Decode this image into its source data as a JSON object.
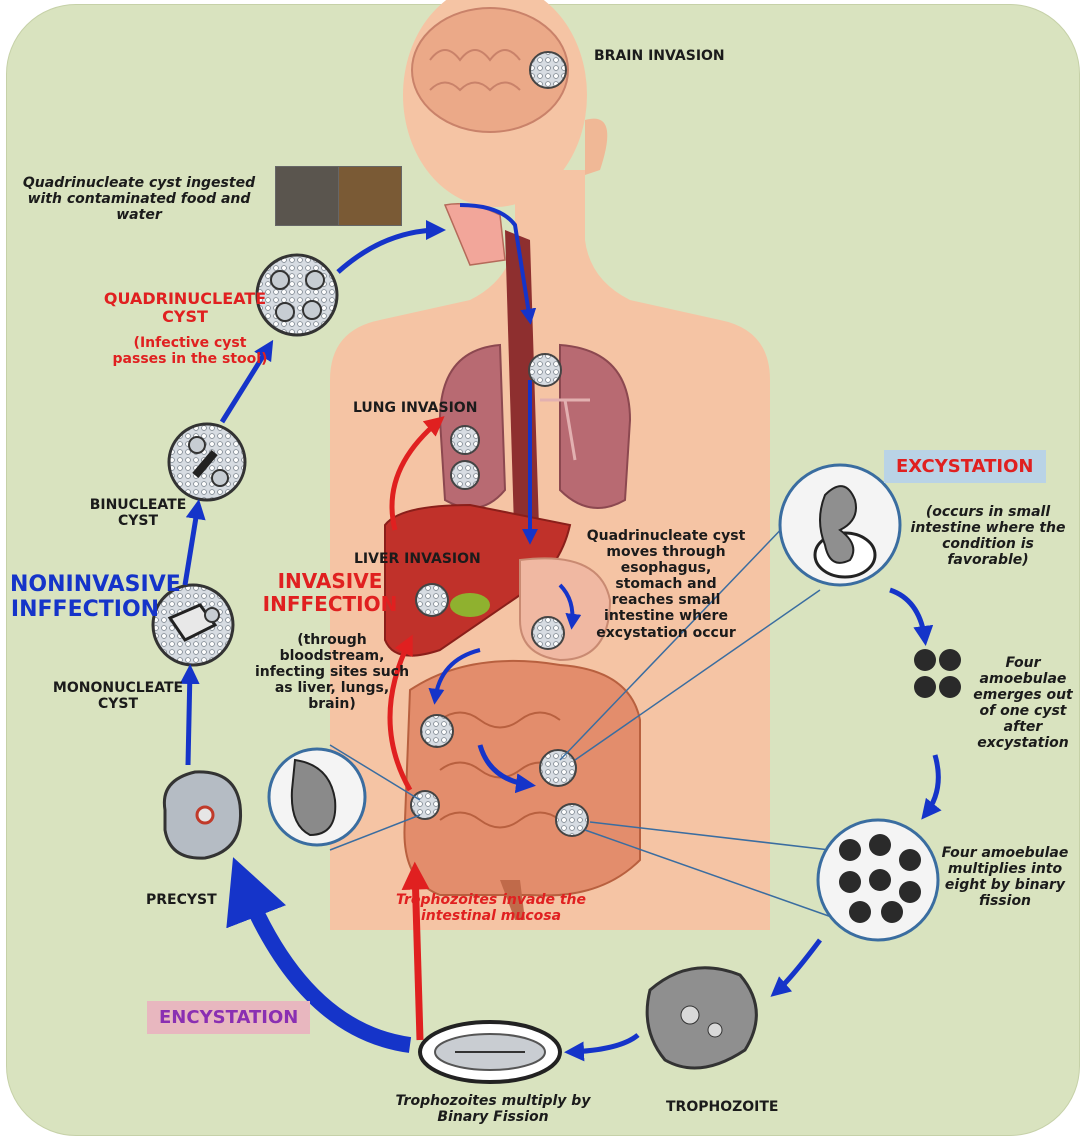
{
  "labels": {
    "brain_invasion": "BRAIN INVASION",
    "ingested": "Quadrinucleate cyst ingested with contaminated food and water",
    "quad_cyst_title": "QUADRINUCLEATE CYST",
    "quad_cyst_note": "(Infective cyst passes in the stool)",
    "lung_invasion": "LUNG INVASION",
    "binucleate": "BINUCLEATE CYST",
    "noninvasive": "NONINVASIVE INFFECTION",
    "liver_invasion": "LIVER INVASION",
    "invasive_title": "INVASIVE INFFECTION",
    "invasive_note": "(through bloodstream, infecting sites such as liver, lungs, brain)",
    "mononucleate": "MONONUCLEATE CYST",
    "moves_through": "Quadrinucleate cyst moves through esophagus, stomach and reaches small intestine where excystation occur",
    "excystation": "EXCYSTATION",
    "excystation_note": "(occurs in small intestine where the condition is favorable)",
    "four_emerge": "Four amoebulae emerges out of one cyst after excystation",
    "precyst": "PRECYST",
    "four_multiply": "Four amoebulae multiplies into eight by binary fission",
    "invade_mucosa": "Trophozoites invade the intestinal mucosa",
    "encystation": "ENCYSTATION",
    "troph_multiply": "Trophozoites multiply by Binary Fission",
    "trophozoite": "TROPHOZOITE"
  },
  "colors": {
    "background": "#d9e3bf",
    "blue_arrow": "#1534c9",
    "red_arrow": "#e02020",
    "excystation_tag": "#b9d3e6",
    "encystation_tag": "#e8b7bf",
    "encystation_text": "#8a2fb2"
  }
}
